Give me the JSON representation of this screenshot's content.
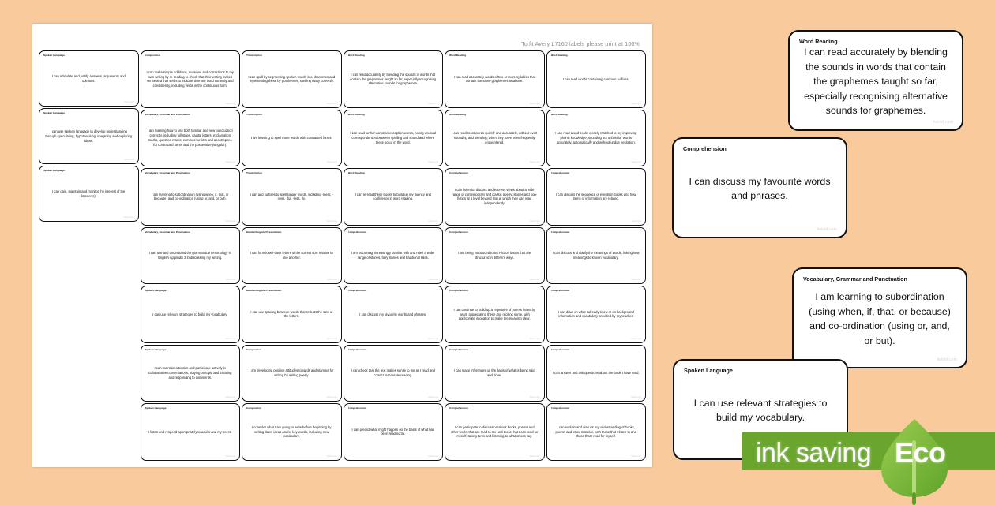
{
  "page": {
    "background_color": "#f9cb9c",
    "sheet_note": "To fit Avery L7160 labels please print at 100%",
    "watermark": "twinkl.com"
  },
  "eco_badge": {
    "label": "ink saving",
    "eco_label": "Eco",
    "bar_color": "#6aa62e",
    "leaf_color": "#8cc63f"
  },
  "columns": [
    {
      "id": "column-1",
      "cards": [
        {
          "category": "Spoken Language",
          "text": "I can articulate and justify answers, arguments and opinions."
        },
        {
          "category": "Spoken Language",
          "text": "I can use spoken language to develop understanding through speculating, hypothesising, imagining and exploring ideas."
        },
        {
          "category": "Spoken Language",
          "text": "I can gain, maintain and monitor the interest of the listener(s)."
        }
      ]
    },
    {
      "id": "column-2",
      "cards": [
        {
          "category": "Composition",
          "text": "I can make simple additions, revisions and corrections to my own writing by re-reading to check that their writing makes sense and that verbs to indicate time are used correctly and consistently, including verbs in the continuous form."
        },
        {
          "category": "Vocabulary, Grammar and Punctuation",
          "text": "I am learning how to use both familiar and new punctuation correctly, including full stops, capital letters, exclamation marks, question marks, commas for lists and apostrophes for contracted forms and the possessive (singular)."
        },
        {
          "category": "Vocabulary, Grammar and Punctuation",
          "text": "I am learning to subordination (using when, if, that, or because) and co-ordination (using or, and, or but)."
        },
        {
          "category": "Vocabulary, Grammar and Punctuation",
          "text": "I can use and understand the grammatical terminology in English Appendix 2 in discussing my writing."
        },
        {
          "category": "Spoken Language",
          "text": "I can use relevant strategies to build my vocabulary."
        },
        {
          "category": "Spoken Language",
          "text": "I can maintain attention and participate actively in collaborative conversations, staying on topic and initiating and responding to comments."
        },
        {
          "category": "Spoken Language",
          "text": "I listen and respond appropriately to adults and my peers."
        }
      ]
    },
    {
      "id": "column-3",
      "cards": [
        {
          "category": "Transcription",
          "text": "I can spell by segmenting spoken words into phonemes and representing these by graphemes, spelling many correctly."
        },
        {
          "category": "Transcription",
          "text": "I am learning to spell more words with contracted forms."
        },
        {
          "category": "Transcription",
          "text": "I can add suffixes to spell longer words, including -ment, -ness, -ful, -less, -ly."
        },
        {
          "category": "Handwriting and Presentation",
          "text": "I can form lower-case letters of the correct size relative to one another."
        },
        {
          "category": "Handwriting and Presentation",
          "text": "I can use spacing between words that reflects the size of the letters."
        },
        {
          "category": "Composition",
          "text": "I am developing positive attitudes towards and stamina for writing by writing poetry."
        },
        {
          "category": "Composition",
          "text": "I consider what I am going to write before beginning by writing down ideas and/or key words, including new vocabulary."
        }
      ]
    },
    {
      "id": "column-4",
      "cards": [
        {
          "category": "Word Reading",
          "text": "I can read accurately by blending the sounds in words that contain the graphemes taught so far, especially recognising alternative sounds for graphemes."
        },
        {
          "category": "Word Reading",
          "text": "I can read further common exception words, noting unusual correspondences between spelling and sound and where these occur in the word."
        },
        {
          "category": "Word Reading",
          "text": "I can re-read these books to build up my fluency and confidence in word reading."
        },
        {
          "category": "Comprehension",
          "text": "I am becoming increasingly familiar with and retell a wider range of stories, fairy stories and traditional tales."
        },
        {
          "category": "Comprehension",
          "text": "I can discuss my favourite words and phrases."
        },
        {
          "category": "Comprehension",
          "text": "I can check that the text makes sense to me as I read and correct inaccurate reading."
        },
        {
          "category": "Comprehension",
          "text": "I can predict what might happen on the basis of what has been read so far."
        }
      ]
    },
    {
      "id": "column-5",
      "cards": [
        {
          "category": "Word Reading",
          "text": "I can read accurately words of two or more syllables that contain the same graphemes as above."
        },
        {
          "category": "Word Reading",
          "text": "I can read most words quickly and accurately, without overt sounding and blending, when they have been frequently encountered."
        },
        {
          "category": "Comprehension",
          "text": "I can listen to, discuss and express views about a wide range of contemporary and classic poetry, stories and non-fiction at a level beyond that at which they can read independently."
        },
        {
          "category": "Comprehension",
          "text": "I am being introduced to non-fiction books that are structured in different ways."
        },
        {
          "category": "Comprehension",
          "text": "I can continue to build up a repertoire of poems learnt by heart, appreciating these and reciting some, with appropriate intonation to make the meaning clear."
        },
        {
          "category": "Comprehension",
          "text": "I can make inferences on the basis of what is being said and done."
        },
        {
          "category": "Comprehension",
          "text": "I can participate in discussion about books, poems and other works that are read to me and those that I can read for myself, taking turns and listening to what others say."
        }
      ]
    },
    {
      "id": "column-6",
      "cards": [
        {
          "category": "Word Reading",
          "text": "I can read words containing common suffixes."
        },
        {
          "category": "Word Reading",
          "text": "I can read aloud books closely matched to my improving phonic knowledge, sounding out unfamiliar words accurately, automatically and without undue hesitation."
        },
        {
          "category": "Comprehension",
          "text": "I can discuss the sequence of events in books and how items of information are related."
        },
        {
          "category": "Comprehension",
          "text": "I can discuss and clarify the meanings of words, linking new meanings to known vocabulary."
        },
        {
          "category": "Comprehension",
          "text": "I can draw on what I already know or on background information and vocabulary provided by my teacher."
        },
        {
          "category": "Comprehension",
          "text": "I can answer and ask questions about the book I have read."
        },
        {
          "category": "Comprehension",
          "text": "I can explain and discuss my understanding of books, poems and other material, both those that I listen to and those that I read for myself."
        }
      ]
    }
  ],
  "preview_cards": [
    {
      "id": "preview-card-1",
      "category": "Word Reading",
      "text": "I can read accurately by blending the sounds in words that contain the graphemes taught so far, especially recognising alternative sounds for graphemes."
    },
    {
      "id": "preview-card-2",
      "category": "Comprehension",
      "text": "I can discuss my favourite words and phrases."
    },
    {
      "id": "preview-card-3",
      "category": "Vocabulary, Grammar and Punctuation",
      "text": "I am learning to subordination (using when, if, that, or because) and co-ordination (using or, and, or but)."
    },
    {
      "id": "preview-card-4",
      "category": "Spoken Language",
      "text": "I can use relevant strategies to build my vocabulary."
    }
  ]
}
